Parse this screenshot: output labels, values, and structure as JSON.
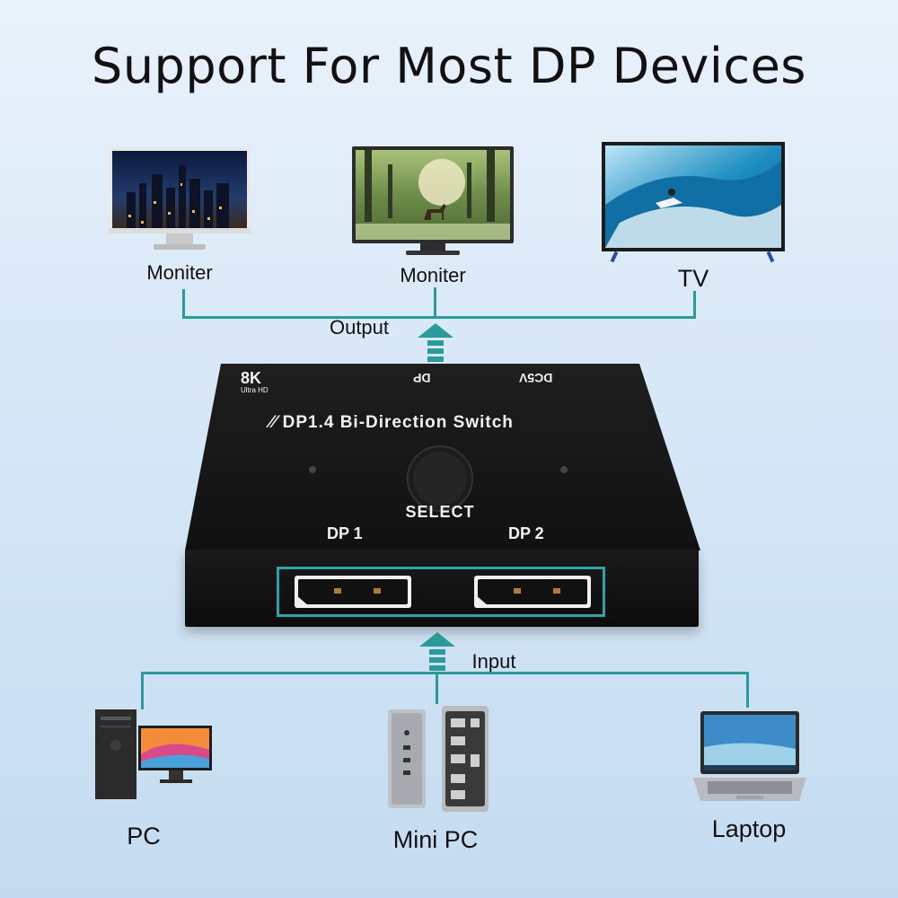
{
  "title": "Support For Most DP Devices",
  "outputs": [
    {
      "label": "Moniter"
    },
    {
      "label": "Moniter"
    },
    {
      "label": "TV"
    }
  ],
  "output_label": "Output",
  "input_label": "Input",
  "device": {
    "badge": "8K",
    "badge_sub": "Ultra HD",
    "dp_mark": "DP",
    "dc_mark": "DC5V",
    "name": "DP1.4 Bi-Direction Switch",
    "select_label": "SELECT",
    "port1_label": "DP 1",
    "port2_label": "DP 2"
  },
  "inputs": [
    {
      "label": "PC"
    },
    {
      "label": "Mini PC"
    },
    {
      "label": "Laptop"
    }
  ],
  "colors": {
    "accent": "#2a9a9a",
    "device": "#111111"
  }
}
